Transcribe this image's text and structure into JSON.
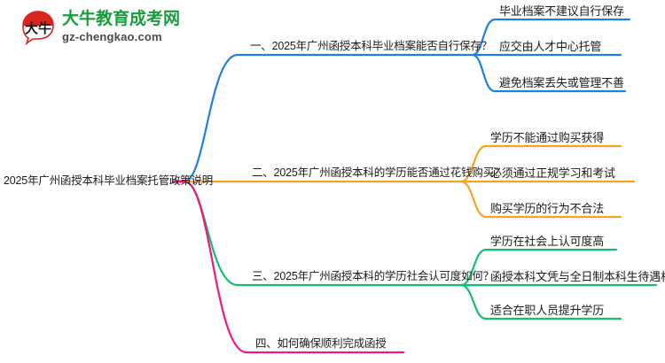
{
  "logo": {
    "mark_text": "大牛",
    "name": "大牛教育成考网",
    "domain": "gz-chengkao.com",
    "name_color": "#1a9c3c",
    "mark_color": "#d9241f"
  },
  "mindmap": {
    "root": {
      "label": "2025年广州函授本科毕业档案托管政策说明"
    },
    "branches": [
      {
        "label": "一、2025年广州函授本科毕业档案能否自行保存？",
        "color": "#1f7fe0",
        "children": [
          {
            "label": "毕业档案不建议自行保存"
          },
          {
            "label": "应交由人才中心托管"
          },
          {
            "label": "避免档案丢失或管理不善"
          }
        ]
      },
      {
        "label": "二、2025年广州函授本科的学历能否通过花钱购买？",
        "color": "#f2a422",
        "children": [
          {
            "label": "学历不能通过购买获得"
          },
          {
            "label": "必须通过正规学习和考试"
          },
          {
            "label": "购买学历的行为不合法"
          }
        ]
      },
      {
        "label": "三、2025年广州函授本科的学历社会认可度如何？",
        "color": "#12bf70",
        "children": [
          {
            "label": "学历在社会上认可度高"
          },
          {
            "label": "函授本科文凭与全日制本科生待遇相似"
          },
          {
            "label": "适合在职人员提升学历"
          }
        ]
      },
      {
        "label": "四、如何确保顺利完成函授",
        "color": "#f1187e",
        "children": []
      }
    ]
  }
}
